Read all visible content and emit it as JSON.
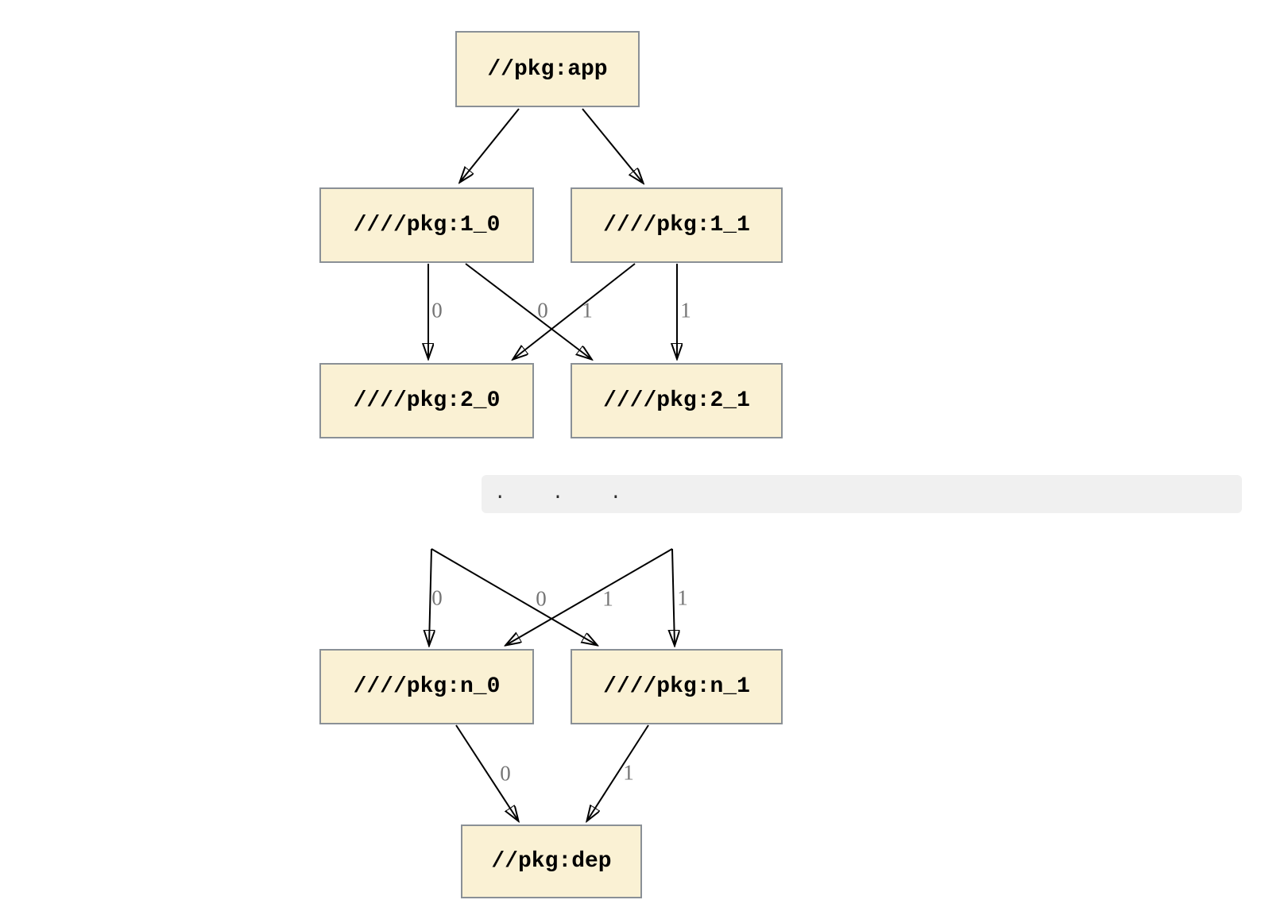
{
  "diagram": {
    "nodes": {
      "app": {
        "label": "//pkg:app"
      },
      "l1_0": {
        "label": "////pkg:1_0"
      },
      "l1_1": {
        "label": "////pkg:1_1"
      },
      "l2_0": {
        "label": "////pkg:2_0"
      },
      "l2_1": {
        "label": "////pkg:2_1"
      },
      "ln_0": {
        "label": "////pkg:n_0"
      },
      "ln_1": {
        "label": "////pkg:n_1"
      },
      "dep": {
        "label": "//pkg:dep"
      }
    },
    "edges": [
      {
        "from": "//pkg:app",
        "to": "////pkg:1_0",
        "label": ""
      },
      {
        "from": "//pkg:app",
        "to": "////pkg:1_1",
        "label": ""
      },
      {
        "from": "////pkg:1_0",
        "to": "////pkg:2_0",
        "label": "0"
      },
      {
        "from": "////pkg:1_0",
        "to": "////pkg:2_1",
        "label": "0"
      },
      {
        "from": "////pkg:1_1",
        "to": "////pkg:2_0",
        "label": "1"
      },
      {
        "from": "////pkg:1_1",
        "to": "////pkg:2_1",
        "label": "1"
      },
      {
        "from": "…",
        "to": "////pkg:n_0",
        "label": "0"
      },
      {
        "from": "…",
        "to": "////pkg:n_1",
        "label": "0"
      },
      {
        "from": "…",
        "to": "////pkg:n_0",
        "label": "1"
      },
      {
        "from": "…",
        "to": "////pkg:n_1",
        "label": "1"
      },
      {
        "from": "////pkg:n_0",
        "to": "//pkg:dep",
        "label": "0"
      },
      {
        "from": "////pkg:n_1",
        "to": "//pkg:dep",
        "label": "1"
      }
    ],
    "ellipsis_text": ". . ."
  },
  "colors": {
    "node_fill": "#faf1d4",
    "node_border": "#8a9096",
    "edge": "#000000",
    "edge_label": "#757575",
    "band_bg": "#f0f0f0",
    "band_text": "#2b2b2b",
    "page_bg": "#ffffff"
  }
}
